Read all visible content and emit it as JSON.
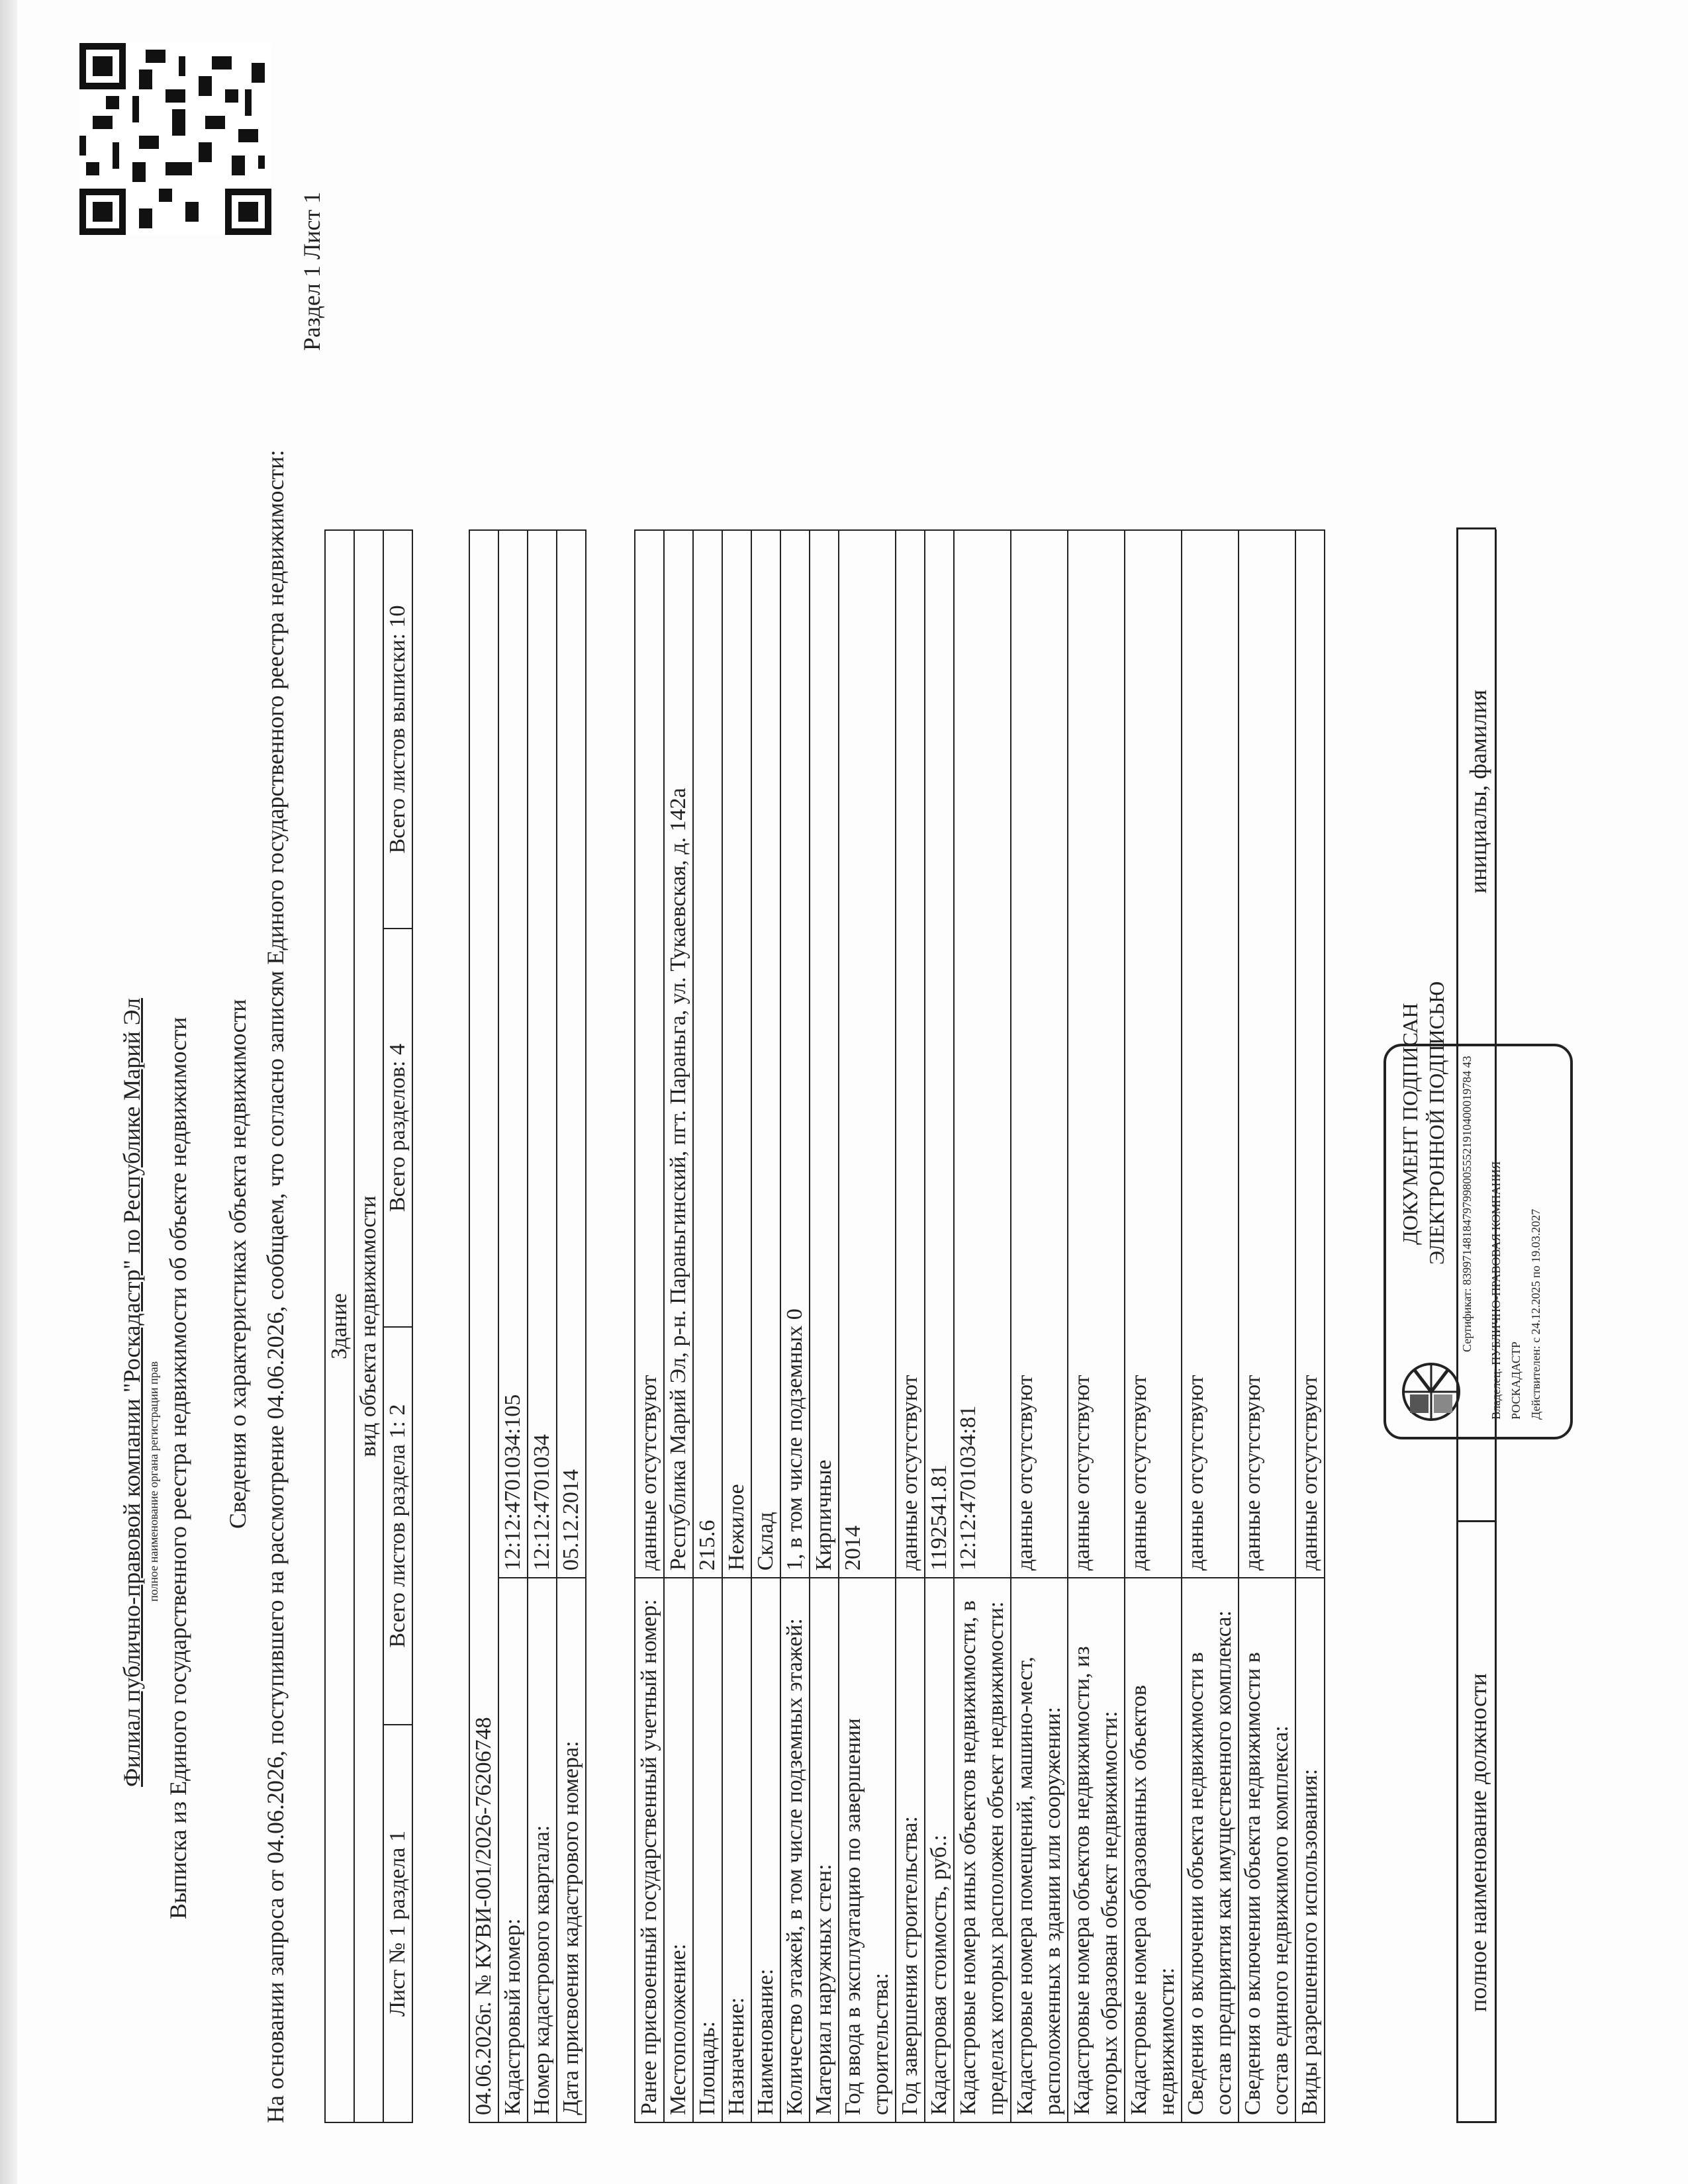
{
  "header": {
    "branch_line": "Филиал публично-правовой компании \"Роскадастр\" по Республике Марий Эл",
    "branch_caption": "полное наименование органа регистрации прав",
    "extract_title": "Выписка из Единого государственного реестра недвижимости об объекте недвижимости",
    "section_title": "Сведения о характеристиках объекта недвижимости",
    "basis": "На  основании запроса от 04.06.2026, поступившего на рассмотрение 04.06.2026, сообщаем, что согласно записям Единого государственного реестра недвижимости:",
    "section_sheet": "Раздел 1 Лист 1"
  },
  "object": {
    "type": "Здание",
    "type_caption": "вид объекта недвижимости"
  },
  "sheet_info": {
    "sheet_no": "Лист № 1 раздела 1",
    "sheets_in_section": "Всего листов раздела 1: 2",
    "sections_total": "Всего разделов: 4",
    "sheets_total": "Всего листов выписки: 10"
  },
  "record": {
    "date_number": "04.06.2026г. № КУВИ-001/2026-76206748",
    "rows": [
      {
        "label": "Кадастровый номер:",
        "value": "12:12:4701034:105"
      },
      {
        "label": "Номер кадастрового квартала:",
        "value": "12:12:4701034"
      },
      {
        "label": "Дата присвоения кадастрового номера:",
        "value": "05.12.2014"
      }
    ]
  },
  "characteristics": [
    {
      "label": "Ранее присвоенный государственный учетный номер:",
      "value": "данные отсутствуют"
    },
    {
      "label": "Местоположение:",
      "value": "Республика Марий Эл, р-н. Параньгинский, пгт. Параньга, ул. Тукаевская, д. 142а"
    },
    {
      "label": "Площадь:",
      "value": "215.6"
    },
    {
      "label": "Назначение:",
      "value": "Нежилое"
    },
    {
      "label": "Наименование:",
      "value": "Склад"
    },
    {
      "label": "Количество этажей, в том числе подземных этажей:",
      "value": "1, в том числе подземных 0"
    },
    {
      "label": "Материал наружных стен:",
      "value": "Кирпичные"
    },
    {
      "label": "Год ввода в эксплуатацию по завершении строительства:",
      "value": "2014"
    },
    {
      "label": "Год завершения строительства:",
      "value": "данные отсутствуют"
    },
    {
      "label": "Кадастровая стоимость, руб.:",
      "value": "1192541.81"
    },
    {
      "label": "Кадастровые номера иных объектов недвижимости, в пределах которых расположен объект недвижимости:",
      "value": "12:12:4701034:81"
    },
    {
      "label": "Кадастровые номера помещений, машино-мест, расположенных в здании или сооружении:",
      "value": "данные отсутствуют"
    },
    {
      "label": "Кадастровые номера объектов недвижимости, из которых образован объект недвижимости:",
      "value": "данные отсутствуют"
    },
    {
      "label": "Кадастровые номера образованных объектов недвижимости:",
      "value": "данные отсутствуют"
    },
    {
      "label": "Сведения о включении объекта недвижимости в состав предприятия как имущественного комплекса:",
      "value": "данные отсутствуют"
    },
    {
      "label": "Сведения о включении объекта недвижимости в состав единого недвижимого комплекса:",
      "value": "данные отсутствуют"
    },
    {
      "label": "Виды разрешенного использования:",
      "value": "данные отсутствуют"
    }
  ],
  "stamp": {
    "title_1": "ДОКУМЕНТ ПОДПИСАН",
    "title_2": "ЭЛЕКТРОННОЙ ПОДПИСЬЮ",
    "certificate": "Сертификат: 839971481847979980055521910400019784 43",
    "owner_1": "Владелец: ПУБЛИЧНО-ПРАВОВАЯ КОМПАНИЯ",
    "owner_2": "РОСКАДАСТР",
    "valid": "Действителен: с 24.12.2025 по 19.03.2027",
    "logo_icon": "roskadastr-logo-icon"
  },
  "signature": {
    "position_caption": "полное наименование должности",
    "name_caption": "инициалы, фамилия"
  },
  "qr": {
    "icon": "qr-code-icon"
  }
}
